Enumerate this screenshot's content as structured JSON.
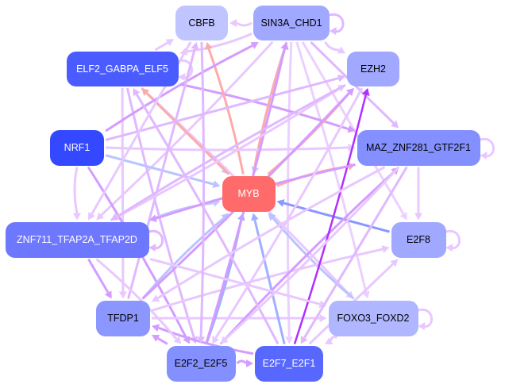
{
  "nodes": [
    {
      "id": "CBFB",
      "label": "CBFB",
      "color": "#c0c4ff",
      "text": "#000"
    },
    {
      "id": "SIN3A_CHD1",
      "label": "SIN3A_CHD1",
      "color": "#a0a8ff",
      "text": "#000"
    },
    {
      "id": "ELF2_GABPA_ELF5",
      "label": "ELF2_GABPA_ELF5",
      "color": "#4a5cff",
      "text": "#fff"
    },
    {
      "id": "EZH2",
      "label": "EZH2",
      "color": "#a0a8ff",
      "text": "#000"
    },
    {
      "id": "NRF1",
      "label": "NRF1",
      "color": "#3448ff",
      "text": "#fff"
    },
    {
      "id": "MAZ_ZNF281_GTF2F1",
      "label": "MAZ_ZNF281_GTF2F1",
      "color": "#8490ff",
      "text": "#000"
    },
    {
      "id": "MYB",
      "label": "MYB",
      "color": "#ff6b6b",
      "text": "#fff"
    },
    {
      "id": "ZNF711_TFAP2A_TFAP2D",
      "label": "ZNF711_TFAP2A_TFAP2D",
      "color": "#6d78ff",
      "text": "#fff"
    },
    {
      "id": "E2F8",
      "label": "E2F8",
      "color": "#a0a8ff",
      "text": "#000"
    },
    {
      "id": "TFDP1",
      "label": "TFDP1",
      "color": "#8c96ff",
      "text": "#000"
    },
    {
      "id": "FOXO3_FOXD2",
      "label": "FOXO3_FOXD2",
      "color": "#b0b6ff",
      "text": "#000"
    },
    {
      "id": "E2F2_E2F5",
      "label": "E2F2_E2F5",
      "color": "#8490ff",
      "text": "#000"
    },
    {
      "id": "E2F7_E2F1",
      "label": "E2F7_E2F1",
      "color": "#5868ff",
      "text": "#fff"
    }
  ],
  "edges": [
    {
      "from": "SIN3A_CHD1",
      "to": "CBFB",
      "color": "#e8c8ff"
    },
    {
      "from": "SIN3A_CHD1",
      "to": "SIN3A_CHD1",
      "color": "#e0b8ff"
    },
    {
      "from": "SIN3A_CHD1",
      "to": "EZH2",
      "color": "#e8c8ff"
    },
    {
      "from": "SIN3A_CHD1",
      "to": "ELF2_GABPA_ELF5",
      "color": "#e8c8ff"
    },
    {
      "from": "SIN3A_CHD1",
      "to": "MAZ_ZNF281_GTF2F1",
      "color": "#e0b8ff"
    },
    {
      "from": "SIN3A_CHD1",
      "to": "MYB",
      "color": "#c0ccff"
    },
    {
      "from": "SIN3A_CHD1",
      "to": "FOXO3_FOXD2",
      "color": "#ecd0ff"
    },
    {
      "from": "SIN3A_CHD1",
      "to": "E2F8",
      "color": "#ecd0ff"
    },
    {
      "from": "SIN3A_CHD1",
      "to": "E2F7_E2F1",
      "color": "#ecd0ff"
    },
    {
      "from": "SIN3A_CHD1",
      "to": "ZNF711_TFAP2A_TFAP2D",
      "color": "#e8c8ff"
    },
    {
      "from": "ELF2_GABPA_ELF5",
      "to": "CBFB",
      "color": "#e8c8ff"
    },
    {
      "from": "ELF2_GABPA_ELF5",
      "to": "ELF2_GABPA_ELF5",
      "color": "#e8c8ff"
    },
    {
      "from": "ELF2_GABPA_ELF5",
      "to": "MAZ_ZNF281_GTF2F1",
      "color": "#d49cff"
    },
    {
      "from": "ELF2_GABPA_ELF5",
      "to": "MYB",
      "color": "#c0ccff"
    },
    {
      "from": "ELF2_GABPA_ELF5",
      "to": "E2F2_E2F5",
      "color": "#e0b8ff"
    },
    {
      "from": "ELF2_GABPA_ELF5",
      "to": "FOXO3_FOXD2",
      "color": "#e8c8ff"
    },
    {
      "from": "ELF2_GABPA_ELF5",
      "to": "TFDP1",
      "color": "#e8c8ff"
    },
    {
      "from": "MYB",
      "to": "CBFB",
      "color": "#ffaaaa"
    },
    {
      "from": "MYB",
      "to": "SIN3A_CHD1",
      "color": "#ffaaaa"
    },
    {
      "from": "MYB",
      "to": "ELF2_GABPA_ELF5",
      "color": "#ffaaaa"
    },
    {
      "from": "MYB",
      "to": "EZH2",
      "color": "#ffaaaa"
    },
    {
      "from": "MYB",
      "to": "MAZ_ZNF281_GTF2F1",
      "color": "#ffaaaa"
    },
    {
      "from": "NRF1",
      "to": "MYB",
      "color": "#b8c4ff"
    },
    {
      "from": "NRF1",
      "to": "MAZ_ZNF281_GTF2F1",
      "color": "#e8c8ff"
    },
    {
      "from": "NRF1",
      "to": "SIN3A_CHD1",
      "color": "#d49cff"
    },
    {
      "from": "NRF1",
      "to": "EZH2",
      "color": "#e0b8ff"
    },
    {
      "from": "NRF1",
      "to": "ZNF711_TFAP2A_TFAP2D",
      "color": "#e8c8ff"
    },
    {
      "from": "NRF1",
      "to": "E2F2_E2F5",
      "color": "#d49cff"
    },
    {
      "from": "E2F8",
      "to": "MYB",
      "color": "#8898ff"
    },
    {
      "from": "E2F8",
      "to": "E2F8",
      "color": "#e8c8ff"
    },
    {
      "from": "FOXO3_FOXD2",
      "to": "MYB",
      "color": "#b8c4ff"
    },
    {
      "from": "FOXO3_FOXD2",
      "to": "FOXO3_FOXD2",
      "color": "#e8c8ff"
    },
    {
      "from": "FOXO3_FOXD2",
      "to": "E2F7_E2F1",
      "color": "#e8c8ff"
    },
    {
      "from": "TFDP1",
      "to": "MYB",
      "color": "#b8c4ff"
    },
    {
      "from": "TFDP1",
      "to": "FOXO3_FOXD2",
      "color": "#e8c8ff"
    },
    {
      "from": "TFDP1",
      "to": "EZH2",
      "color": "#d49cff"
    },
    {
      "from": "TFDP1",
      "to": "E2F8",
      "color": "#e8c8ff"
    },
    {
      "from": "TFDP1",
      "to": "CBFB",
      "color": "#e0b8ff"
    },
    {
      "from": "E2F2_E2F5",
      "to": "MYB",
      "color": "#a0b0ff"
    },
    {
      "from": "E2F2_E2F5",
      "to": "E2F7_E2F1",
      "color": "#d49cff"
    },
    {
      "from": "E2F2_E2F5",
      "to": "TFDP1",
      "color": "#d49cff"
    },
    {
      "from": "E2F2_E2F5",
      "to": "SIN3A_CHD1",
      "color": "#d49cff"
    },
    {
      "from": "E2F2_E2F5",
      "to": "MAZ_ZNF281_GTF2F1",
      "color": "#d49cff"
    },
    {
      "from": "E2F7_E2F1",
      "to": "MYB",
      "color": "#a0b0ff"
    },
    {
      "from": "E2F7_E2F1",
      "to": "EZH2",
      "color": "#b030ff"
    },
    {
      "from": "E2F7_E2F1",
      "to": "TFDP1",
      "color": "#d49cff"
    },
    {
      "from": "E2F7_E2F1",
      "to": "E2F8",
      "color": "#e8c8ff"
    },
    {
      "from": "E2F7_E2F1",
      "to": "ELF2_GABPA_ELF5",
      "color": "#e0b8ff"
    },
    {
      "from": "ZNF711_TFAP2A_TFAP2D",
      "to": "MYB",
      "color": "#c0ccff"
    },
    {
      "from": "ZNF711_TFAP2A_TFAP2D",
      "to": "TFDP1",
      "color": "#d49cff"
    },
    {
      "from": "ZNF711_TFAP2A_TFAP2D",
      "to": "ZNF711_TFAP2A_TFAP2D",
      "color": "#e0b8ff"
    },
    {
      "from": "ZNF711_TFAP2A_TFAP2D",
      "to": "E2F2_E2F5",
      "color": "#e8c8ff"
    },
    {
      "from": "ZNF711_TFAP2A_TFAP2D",
      "to": "FOXO3_FOXD2",
      "color": "#e8c8ff"
    },
    {
      "from": "ZNF711_TFAP2A_TFAP2D",
      "to": "EZH2",
      "color": "#e8c8ff"
    },
    {
      "from": "MAZ_ZNF281_GTF2F1",
      "to": "MAZ_ZNF281_GTF2F1",
      "color": "#e8c8ff"
    },
    {
      "from": "MAZ_ZNF281_GTF2F1",
      "to": "E2F8",
      "color": "#e8c8ff"
    },
    {
      "from": "MAZ_ZNF281_GTF2F1",
      "to": "ZNF711_TFAP2A_TFAP2D",
      "color": "#d49cff"
    },
    {
      "from": "MAZ_ZNF281_GTF2F1",
      "to": "E2F2_E2F5",
      "color": "#e8c8ff"
    },
    {
      "from": "MAZ_ZNF281_GTF2F1",
      "to": "E2F7_E2F1",
      "color": "#e0b8ff"
    },
    {
      "from": "MAZ_ZNF281_GTF2F1",
      "to": "TFDP1",
      "color": "#e8c8ff"
    },
    {
      "from": "CBFB",
      "to": "E2F2_E2F5",
      "color": "#e0b8ff"
    },
    {
      "from": "CBFB",
      "to": "ZNF711_TFAP2A_TFAP2D",
      "color": "#e8c8ff"
    },
    {
      "from": "EZH2",
      "to": "ZNF711_TFAP2A_TFAP2D",
      "color": "#e0b8ff"
    },
    {
      "from": "EZH2",
      "to": "E2F2_E2F5",
      "color": "#e8c8ff"
    }
  ]
}
